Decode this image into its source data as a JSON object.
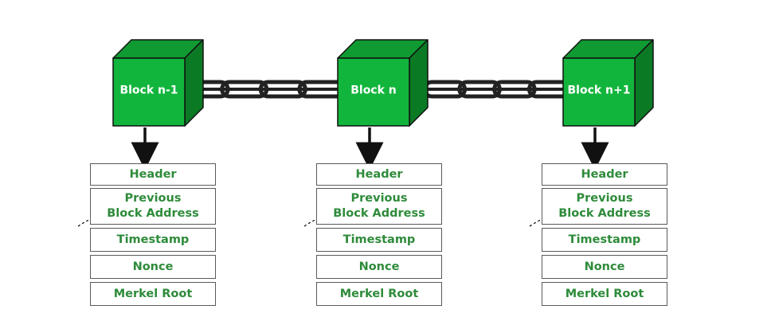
{
  "colors": {
    "block_face": "#12b53c",
    "block_top": "#0f9a32",
    "block_side": "#0b7a25",
    "block_edge": "#111111",
    "field_text": "#2e8b3a",
    "chain": "#222222"
  },
  "blocks": [
    {
      "label": "Block n-1",
      "fields": [
        "Header",
        "Previous Block Address",
        "Timestamp",
        "Nonce",
        "Merkel Root"
      ]
    },
    {
      "label": "Block n",
      "fields": [
        "Header",
        "Previous Block Address",
        "Timestamp",
        "Nonce",
        "Merkel Root"
      ]
    },
    {
      "label": "Block n+1",
      "fields": [
        "Header",
        "Previous Block Address",
        "Timestamp",
        "Nonce",
        "Merkel Root"
      ]
    }
  ]
}
